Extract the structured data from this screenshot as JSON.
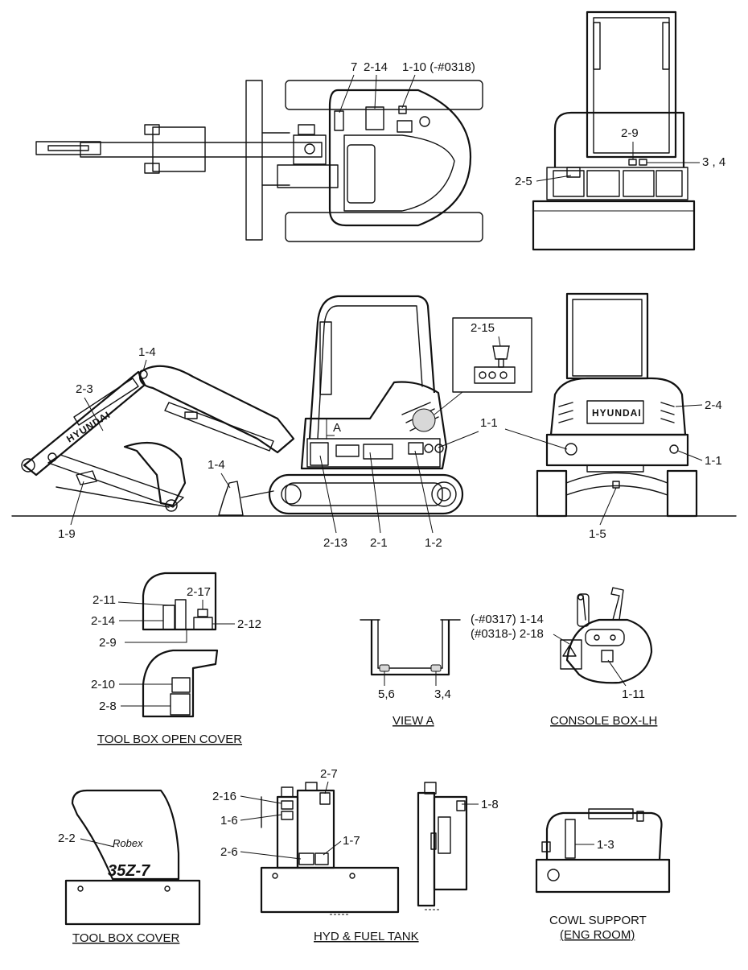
{
  "labels": {
    "top_7": "7",
    "top_2_14": "2-14",
    "top_1_10": "1-10 (-#0318)",
    "rear_2_9": "2-9",
    "rear_3_4": "3 , 4",
    "rear_2_5": "2-5",
    "side_1_4a": "1-4",
    "side_2_3": "2-3",
    "side_2_15": "2-15",
    "side_1_1": "1-1",
    "side_a": "A",
    "side_1_4b": "1-4",
    "side_1_9": "1-9",
    "side_2_13": "2-13",
    "side_2_1": "2-1",
    "side_1_2": "1-2",
    "front_2_4": "2-4",
    "front_1_1": "1-1",
    "front_1_5": "1-5",
    "tb_2_11": "2-11",
    "tb_2_17": "2-17",
    "tb_2_14": "2-14",
    "tb_2_12": "2-12",
    "tb_2_9": "2-9",
    "tb_2_10": "2-10",
    "tb_2_8": "2-8",
    "va_5_6": "5,6",
    "va_3_4": "3,4",
    "cb_1_14": "(-#0317) 1-14",
    "cb_2_18": "(#0318-) 2-18",
    "cb_1_11": "1-11",
    "tc_2_2": "2-2",
    "hf_2_7": "2-7",
    "hf_2_16": "2-16",
    "hf_1_6": "1-6",
    "hf_1_7": "1-7",
    "hf_2_6": "2-6",
    "hf_1_8": "1-8",
    "cs_1_3": "1-3"
  },
  "captions": {
    "tool_box_open_cover": "TOOL BOX OPEN COVER",
    "view_a": "VIEW A",
    "console_box_lh": "CONSOLE BOX-LH",
    "tool_box_cover": "TOOL BOX COVER",
    "hyd_fuel_tank": "HYD & FUEL TANK",
    "cowl_support_1": "COWL SUPPORT",
    "cowl_support_2": "(ENG ROOM)"
  },
  "decals": {
    "brand_counterweight": "HYUNDAI",
    "brand_boom": "HYUNDAI",
    "model_script": "Robex",
    "model_number": "35Z-7"
  }
}
